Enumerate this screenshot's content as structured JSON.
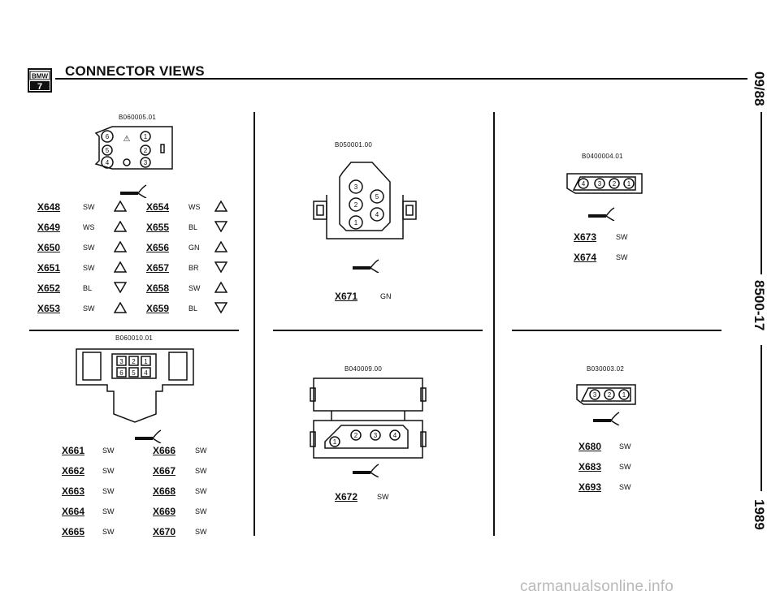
{
  "header": {
    "logo_text": "BMW",
    "logo_number": "7",
    "title": "CONNECTOR VIEWS"
  },
  "side": {
    "date": "09/88",
    "page": "8500-17",
    "year": "1989"
  },
  "watermark": "carmanualsonline.info",
  "connectors": {
    "c1": {
      "part": "B060005.01",
      "pins": [
        "6",
        "1",
        "5",
        "2",
        "4",
        "3"
      ],
      "left": [
        {
          "id": "X648",
          "color": "SW",
          "dir": "up"
        },
        {
          "id": "X649",
          "color": "WS",
          "dir": "up"
        },
        {
          "id": "X650",
          "color": "SW",
          "dir": "up"
        },
        {
          "id": "X651",
          "color": "SW",
          "dir": "up"
        },
        {
          "id": "X652",
          "color": "BL",
          "dir": "down"
        },
        {
          "id": "X653",
          "color": "SW",
          "dir": "up"
        }
      ],
      "right": [
        {
          "id": "X654",
          "color": "WS",
          "dir": "up"
        },
        {
          "id": "X655",
          "color": "BL",
          "dir": "down"
        },
        {
          "id": "X656",
          "color": "GN",
          "dir": "up"
        },
        {
          "id": "X657",
          "color": "BR",
          "dir": "down"
        },
        {
          "id": "X658",
          "color": "SW",
          "dir": "up"
        },
        {
          "id": "X659",
          "color": "BL",
          "dir": "down"
        }
      ]
    },
    "c2": {
      "part": "B060010.01",
      "pins": [
        "3",
        "2",
        "1",
        "6",
        "5",
        "4"
      ],
      "left": [
        {
          "id": "X661",
          "color": "SW"
        },
        {
          "id": "X662",
          "color": "SW"
        },
        {
          "id": "X663",
          "color": "SW"
        },
        {
          "id": "X664",
          "color": "SW"
        },
        {
          "id": "X665",
          "color": "SW"
        }
      ],
      "right": [
        {
          "id": "X666",
          "color": "SW"
        },
        {
          "id": "X667",
          "color": "SW"
        },
        {
          "id": "X668",
          "color": "SW"
        },
        {
          "id": "X669",
          "color": "SW"
        },
        {
          "id": "X670",
          "color": "SW"
        }
      ]
    },
    "c3": {
      "part": "B050001.00",
      "pins": [
        "3",
        "5",
        "2",
        "4",
        "1"
      ],
      "rows": [
        {
          "id": "X671",
          "color": "GN"
        }
      ]
    },
    "c4": {
      "part": "B040009.00",
      "pins": [
        "1",
        "2",
        "3",
        "4"
      ],
      "rows": [
        {
          "id": "X672",
          "color": "SW"
        }
      ]
    },
    "c5": {
      "part": "B0400004.01",
      "pins": [
        "4",
        "3",
        "2",
        "1"
      ],
      "rows": [
        {
          "id": "X673",
          "color": "SW"
        },
        {
          "id": "X674",
          "color": "SW"
        }
      ]
    },
    "c6": {
      "part": "B030003.02",
      "pins": [
        "3",
        "2",
        "1"
      ],
      "rows": [
        {
          "id": "X680",
          "color": "SW"
        },
        {
          "id": "X683",
          "color": "SW"
        },
        {
          "id": "X693",
          "color": "SW"
        }
      ]
    }
  }
}
